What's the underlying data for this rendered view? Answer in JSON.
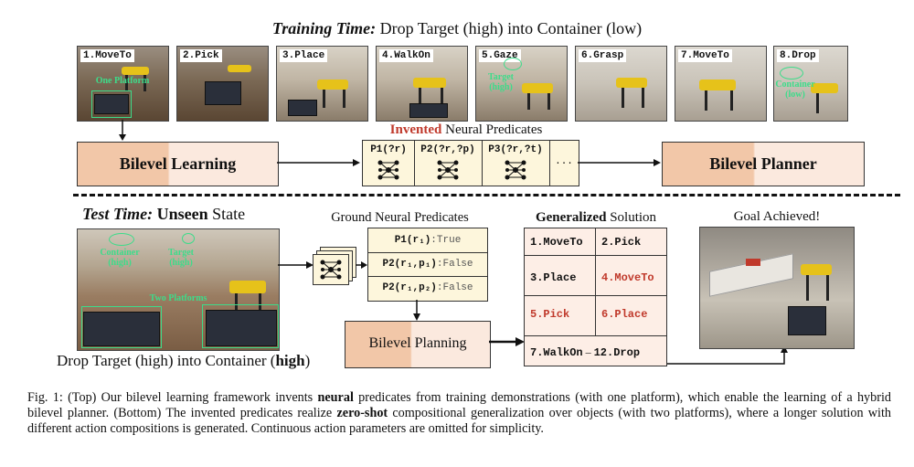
{
  "top": {
    "heading_bold": "Training Time:",
    "heading_rest": " Drop Target (high) into Container (low)",
    "steps": [
      {
        "label": "1.MoveTo"
      },
      {
        "label": "2.Pick"
      },
      {
        "label": "3.Place"
      },
      {
        "label": "4.WalkOn"
      },
      {
        "label": "5.Gaze"
      },
      {
        "label": "6.Grasp"
      },
      {
        "label": "7.MoveTo"
      },
      {
        "label": "8.Drop"
      }
    ],
    "photo_annotations": {
      "one_platform": "One Platform",
      "target_high": "Target\n(high)",
      "container_low": "Container\n(low)"
    },
    "invented_word": "Invented",
    "invented_rest": " Neural Predicates",
    "bilevel_learning": "Bilevel Learning",
    "bilevel_planner": "Bilevel Planner",
    "predicates": [
      "P1(?r)",
      "P2(?r,?p)",
      "P3(?r,?t)",
      "..."
    ]
  },
  "bottom": {
    "heading_it": "Test Time:",
    "heading_bold": " Unseen",
    "heading_rest": " State",
    "photo_annotations": {
      "container_high": "Container\n(high)",
      "target_high": "Target\n(high)",
      "two_platforms": "Two Platforms"
    },
    "photo_caption_pre": "Drop Target (high) into Container (",
    "photo_caption_bold": "high",
    "photo_caption_post": ")",
    "ground_title": "Ground Neural Predicates",
    "ground_rows": [
      {
        "k": "P1(r₁)",
        "v": ":True"
      },
      {
        "k": "P2(r₁,p₁)",
        "v": ":False"
      },
      {
        "k": "P2(r₁,p₂)",
        "v": ":False"
      }
    ],
    "bilevel_planning": "Bilevel Planning",
    "solution_title_bold": "Generalized",
    "solution_title_rest": " Solution",
    "solution": [
      {
        "text": "1.MoveTo",
        "red": false
      },
      {
        "text": "2.Pick",
        "red": false
      },
      {
        "text": "3.Place",
        "red": false
      },
      {
        "text": "4.MoveTo",
        "red": true
      },
      {
        "text": "5.Pick",
        "red": true
      },
      {
        "text": "6.Place",
        "red": true
      }
    ],
    "solution_last_a": "7.WalkOn",
    "solution_last_dash": "–",
    "solution_last_b": "12.Drop",
    "goal": "Goal Achieved!"
  },
  "caption": {
    "p1": "Fig. 1: (Top) Our bilevel learning framework invents ",
    "b1": "neural",
    "p2": " predicates from training demonstrations (with one platform), which enable the learning of a hybrid bilevel planner. (Bottom) The invented predicates realize ",
    "b2": "zero-shot",
    "p3": " compositional generalization over objects (with two platforms), where a longer solution with different action compositions is generated. Continuous action parameters are omitted for simplicity."
  },
  "colors": {
    "invented_red": "#c0392b",
    "annotation_green": "#3ddc8a",
    "peach": "#f2c7a8",
    "light_peach": "#fbe9de",
    "predicate_bg": "#fdf6dc",
    "solution_bg": "#fdeee6"
  },
  "icons": [
    "neural-net-icon",
    "arrow-icon"
  ]
}
